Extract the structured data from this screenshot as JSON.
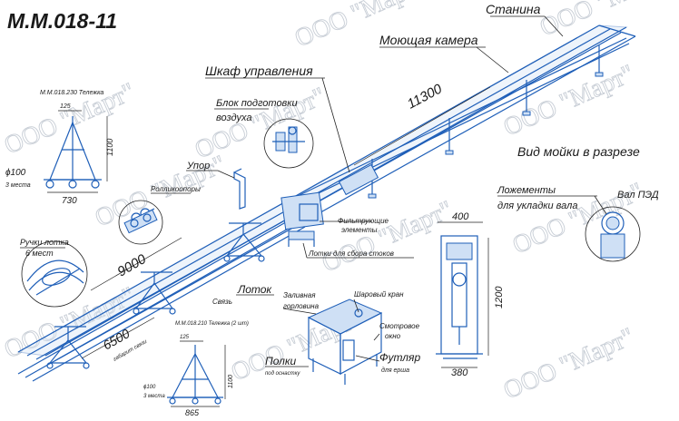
{
  "title": "М.М.018-11",
  "watermark": "ООО \"Март\"",
  "colors": {
    "equipment": "#1f5fb8",
    "equipment_fill": "#cfe0f5",
    "text": "#1a1a1a",
    "watermark": "#c8ced6"
  },
  "labels": {
    "stanina": "Станина",
    "moyuschaya_kamera": "Моющая камера",
    "shkaf": "Шкаф управления",
    "blok_line1": "Блок подготовки",
    "blok_line2": "воздуха",
    "upor": "Упор",
    "rolikoopory": "Ролликоопоры",
    "vid_moyki": "Вид мойки в разрезе",
    "lozhementy_line1": "Ложементы",
    "lozhementy_line2": "для укладки вала",
    "val_ped": "Вал ПЭД",
    "filtr_line1": "Фильтрующие",
    "filtr_line2": "элементы",
    "lotki": "Лотки для сбора стоков",
    "lotok": "Лоток",
    "svyaz": "Связь",
    "ruchki_line1": "Ручки лотка",
    "ruchki_line2": "6 мест",
    "zalivnaya_line1": "Заливная",
    "zalivnaya_line2": "горловина",
    "sharovoy": "Шаровый кран",
    "smotrovoe_line1": "Смотровое",
    "smotrovoe_line2": "окно",
    "futlyar": "Футляр",
    "futlyar_sub": "для ерша",
    "polki": "Полки",
    "polki_sub": "под оснастку",
    "telezhka_top": "М.М.018.230 Тележка",
    "telezhka_bottom": "М.М.018.210 Тележка (2 шт)",
    "mesta3_a": "3 места",
    "mesta3_b": "3 места",
    "raspor": "габарит связи"
  },
  "dimensions": {
    "d11300": "11300",
    "d9000": "9000",
    "d6500": "6500",
    "d400": "400",
    "d1200": "1200",
    "d380": "380",
    "top_125": "125",
    "top_1100": "1100",
    "top_phi100": "ϕ100",
    "top_730": "730",
    "bot_125": "125",
    "bot_1100": "1100",
    "bot_phi100": "ϕ100",
    "bot_865": "865"
  },
  "icons": [
    "trolley-icon",
    "air-prep-unit-icon",
    "shaft-section-icon",
    "wash-section-icon",
    "stop-bracket-icon",
    "roller-support-icon",
    "tray-handle-icon",
    "tank-icon"
  ]
}
